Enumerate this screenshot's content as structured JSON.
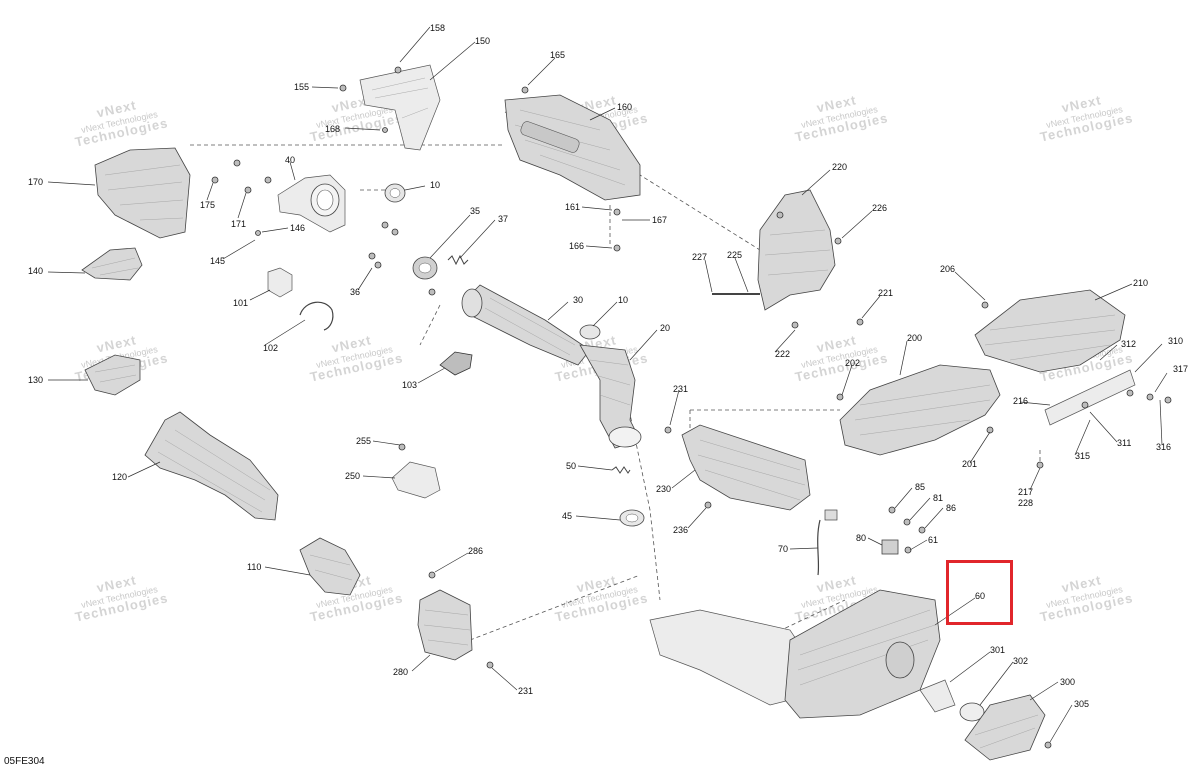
{
  "diagram": {
    "reference_code": "05FE304",
    "watermark_line1": "vNext",
    "watermark_line2": "vNext Technologies",
    "watermark_line3": "Technologies",
    "highlight_color": "#e1262b",
    "highlighted_part": "60",
    "labels": {
      "p158": "158",
      "p150": "150",
      "p155": "155",
      "p168": "168",
      "p165": "165",
      "p160": "160",
      "p170": "170",
      "p40": "40",
      "p10a": "10",
      "p175": "175",
      "p171": "171",
      "p146": "146",
      "p145": "145",
      "p35": "35",
      "p37": "37",
      "p161": "161",
      "p167": "167",
      "p166": "166",
      "p220": "220",
      "p226": "226",
      "p140": "140",
      "p101": "101",
      "p36": "36",
      "p30": "30",
      "p10b": "10",
      "p227": "227",
      "p225": "225",
      "p221": "221",
      "p206": "206",
      "p210": "210",
      "p102": "102",
      "p20": "20",
      "p222": "222",
      "p200": "200",
      "p310": "310",
      "p312": "312",
      "p317": "317",
      "p130": "130",
      "p103": "103",
      "p202": "202",
      "p231a": "231",
      "p216": "216",
      "p311": "311",
      "p316": "316",
      "p315": "315",
      "p201": "201",
      "p120": "120",
      "p255": "255",
      "p250": "250",
      "p50": "50",
      "p230": "230",
      "p217": "217",
      "p228": "228",
      "p85": "85",
      "p81": "81",
      "p86": "86",
      "p45": "45",
      "p236": "236",
      "p80": "80",
      "p61": "61",
      "p70": "70",
      "p110": "110",
      "p286": "286",
      "p60": "60",
      "p301": "301",
      "p302": "302",
      "p280": "280",
      "p300": "300",
      "p231b": "231",
      "p305": "305"
    }
  }
}
